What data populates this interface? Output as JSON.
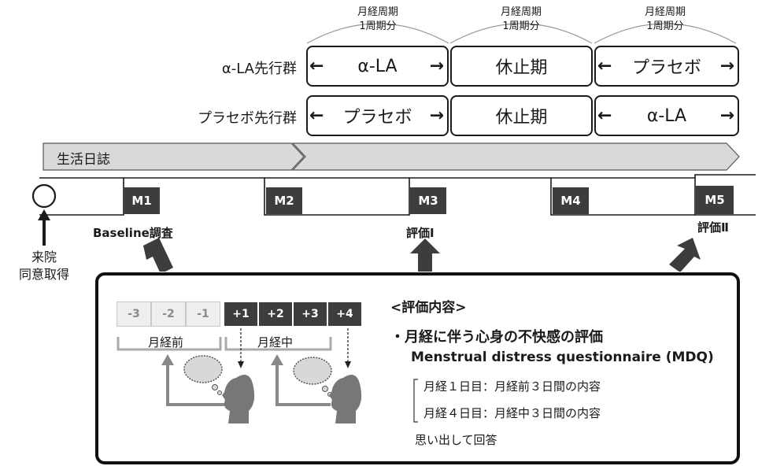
{
  "cycle_label": {
    "line1": "月経周期",
    "line2": "1周期分"
  },
  "groups": [
    {
      "name": "α-LA先行群",
      "phases": [
        "α-LA",
        "休止期",
        "プラセボ"
      ]
    },
    {
      "name": "プラセボ先行群",
      "phases": [
        "プラセボ",
        "休止期",
        "α-LA"
      ]
    }
  ],
  "arrow_left": "←",
  "arrow_right": "→",
  "diary_label": "生活日誌",
  "months": [
    "M1",
    "M2",
    "M3",
    "M4",
    "M5"
  ],
  "visit": {
    "line1": "来院",
    "line2": "同意取得"
  },
  "assessments": {
    "baseline": "Baseline調査",
    "eval1": "評価Ⅰ",
    "eval2": "評価Ⅱ"
  },
  "panel": {
    "days_pre": [
      "-3",
      "-2",
      "-1"
    ],
    "days_post": [
      "+1",
      "+2",
      "+3",
      "+4"
    ],
    "label_pre": "月経前",
    "label_post": "月経中",
    "title": "<評価内容>",
    "bullet": "・月経に伴う心身の不快感の評価",
    "subtitle": "Menstrual distress questionnaire (MDQ)",
    "items": [
      "月経１日目：月経前３日間の内容",
      "月経４日目：月経中３日間の内容"
    ],
    "note": "思い出して回答"
  },
  "colors": {
    "dark": "#3d3d3d",
    "diary": "#d9d9d9",
    "pre_day": "#eeeeee"
  }
}
